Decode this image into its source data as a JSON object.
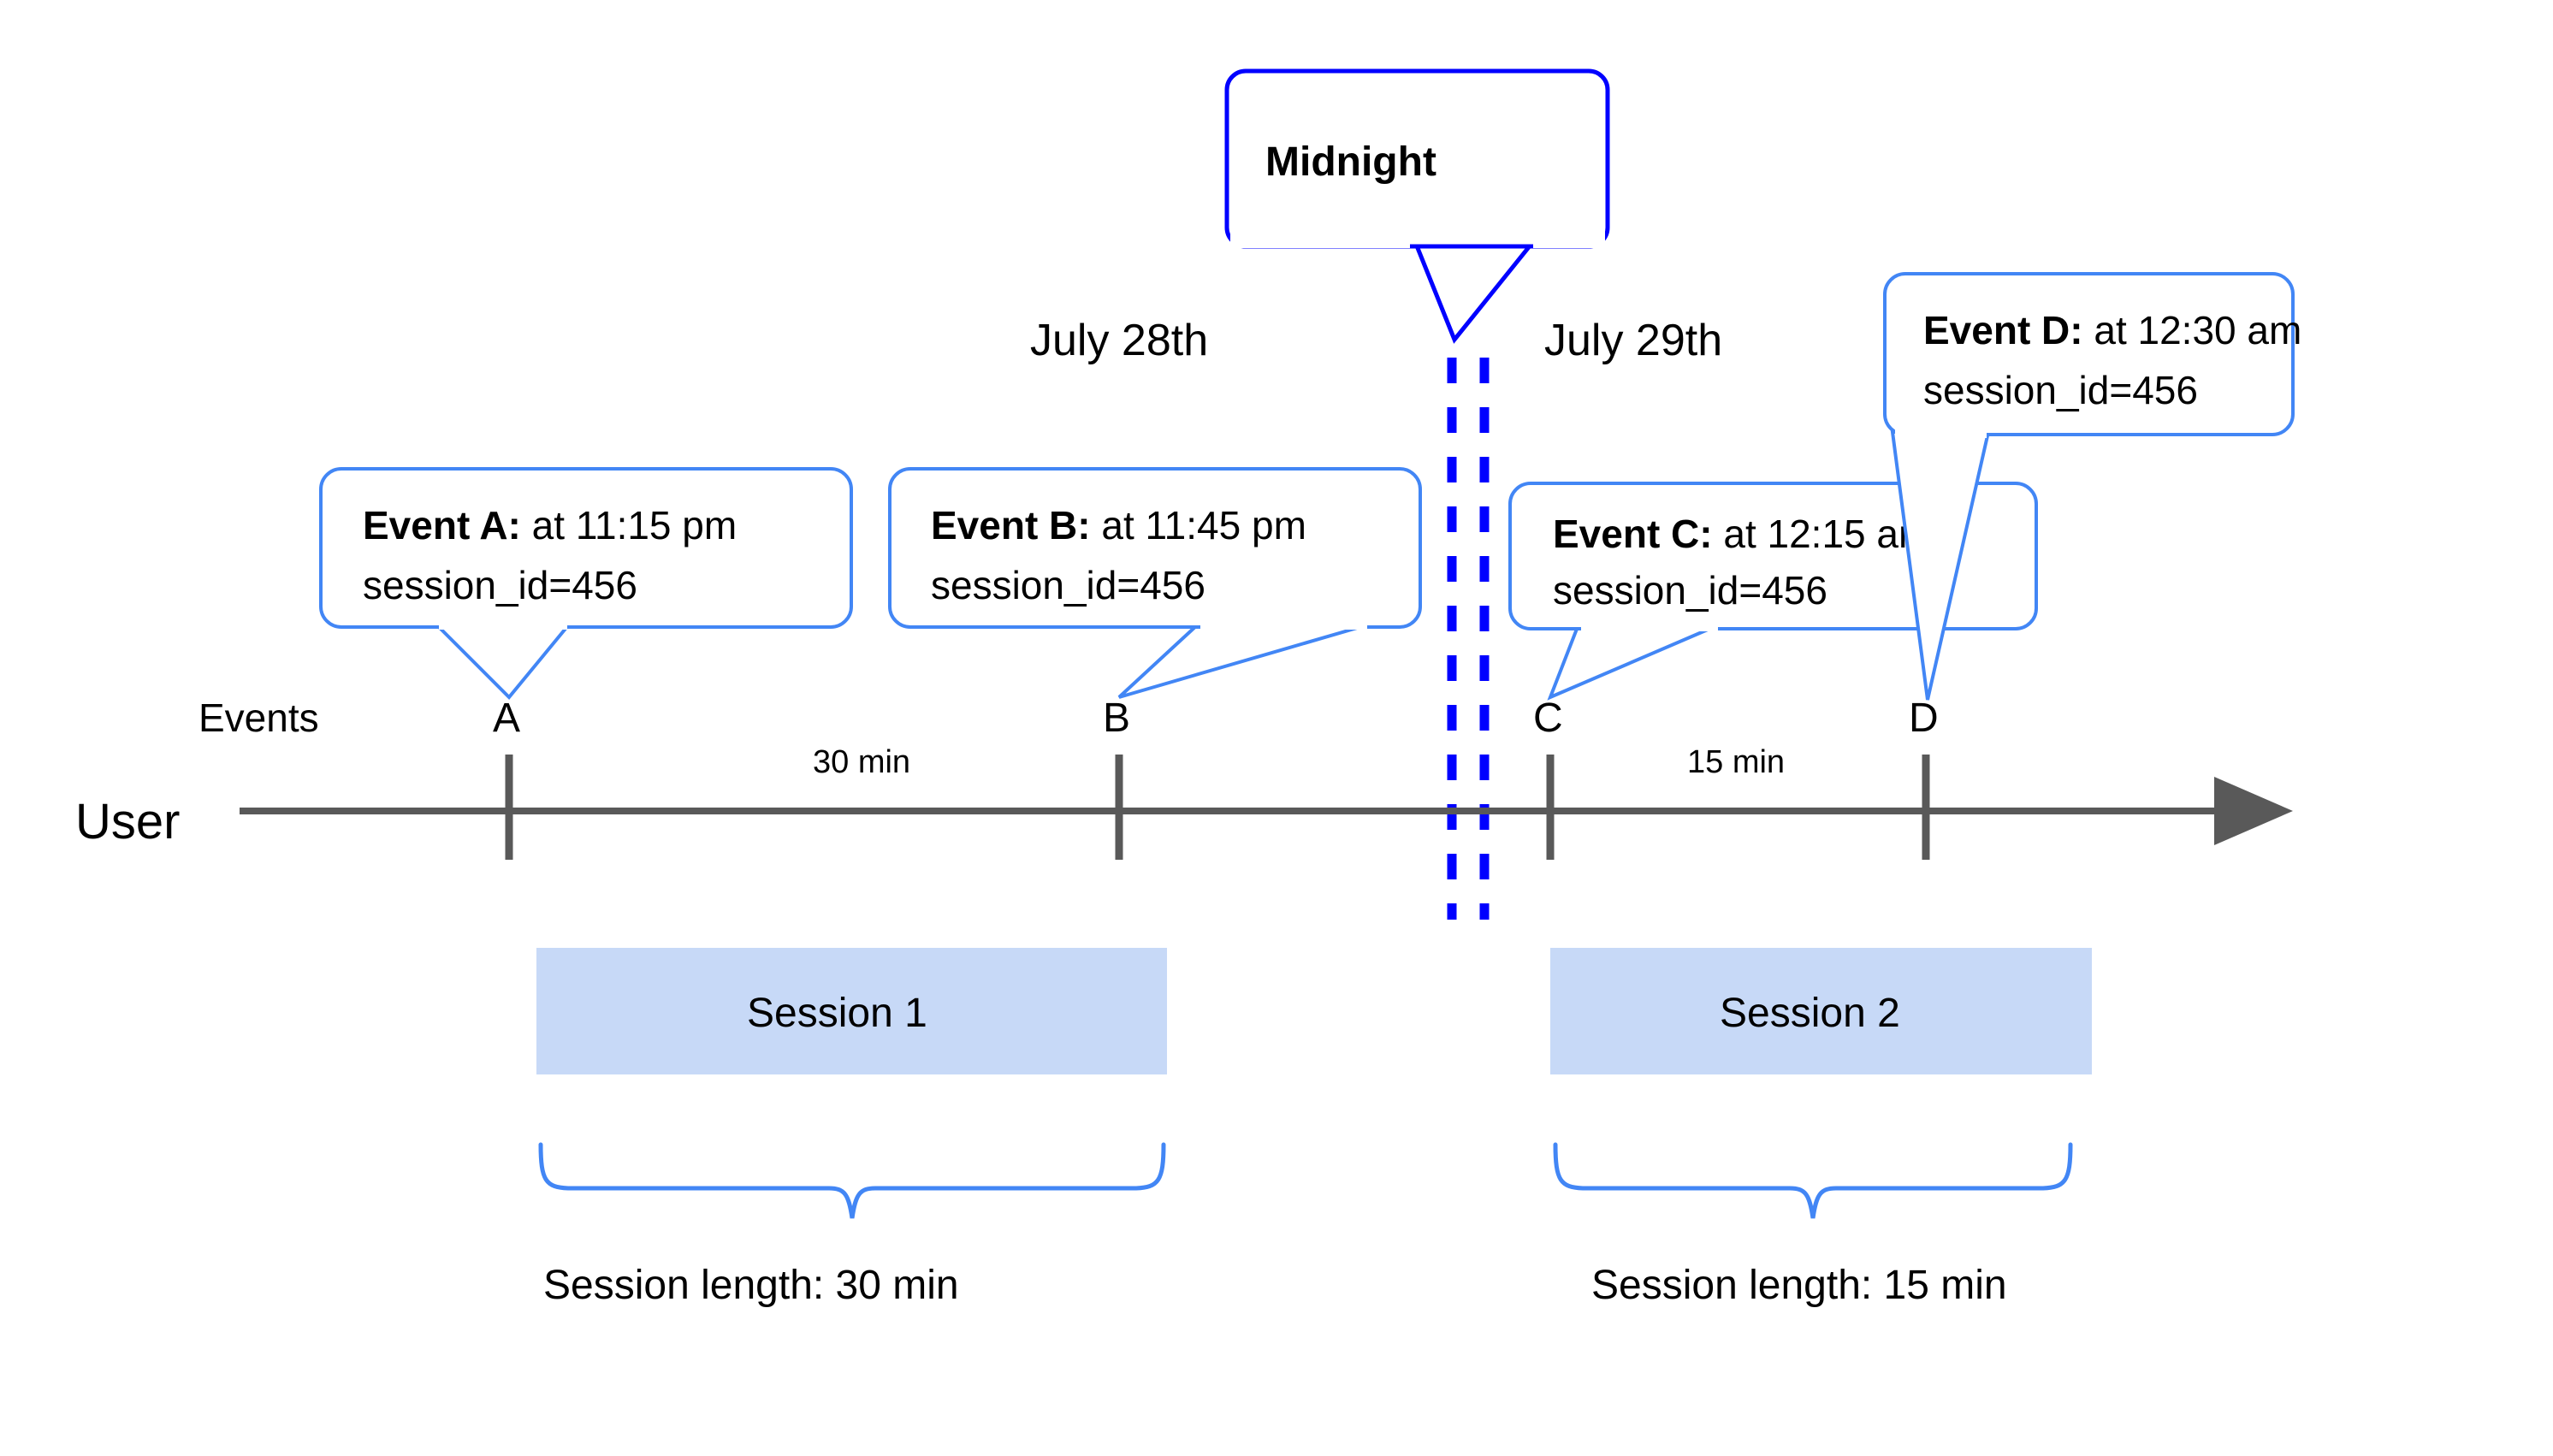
{
  "diagram": {
    "title_callout": {
      "label": "Midnight"
    },
    "dates": [
      {
        "name": "date-july-28",
        "label": "July 28th"
      },
      {
        "name": "date-july-29",
        "label": "July 29th"
      }
    ],
    "axis": {
      "row_label_events": "Events",
      "row_label_user": "User"
    },
    "events": [
      {
        "id": "A",
        "marker": "A",
        "bold": "Event A:",
        "time": " at 11:15 pm",
        "session_line": "session_id=456"
      },
      {
        "id": "B",
        "marker": "B",
        "bold": "Event B:",
        "time": " at 11:45 pm",
        "session_line": "session_id=456"
      },
      {
        "id": "C",
        "marker": "C",
        "bold": "Event C:",
        "time": " at 12:15 am",
        "session_line": "session_id=456"
      },
      {
        "id": "D",
        "marker": "D",
        "bold": "Event D:",
        "time": " at 12:30 am",
        "session_line": "session_id=456"
      }
    ],
    "durations": [
      {
        "name": "duration-a-to-b",
        "label": "30 min"
      },
      {
        "name": "duration-c-to-d",
        "label": "15 min"
      }
    ],
    "sessions": [
      {
        "name": "session-1",
        "bar_label": "Session 1",
        "length_label": "Session length: 30 min"
      },
      {
        "name": "session-2",
        "bar_label": "Session 2",
        "length_label": "Session length: 15 min"
      }
    ],
    "colors": {
      "callout_border": "#4286f5",
      "midnight_border": "#0000ff",
      "midnight_dash": "#0000ff",
      "axis": "#595959",
      "session_fill": "#c7d9f7",
      "text": "#000000",
      "background": "#ffffff"
    }
  }
}
